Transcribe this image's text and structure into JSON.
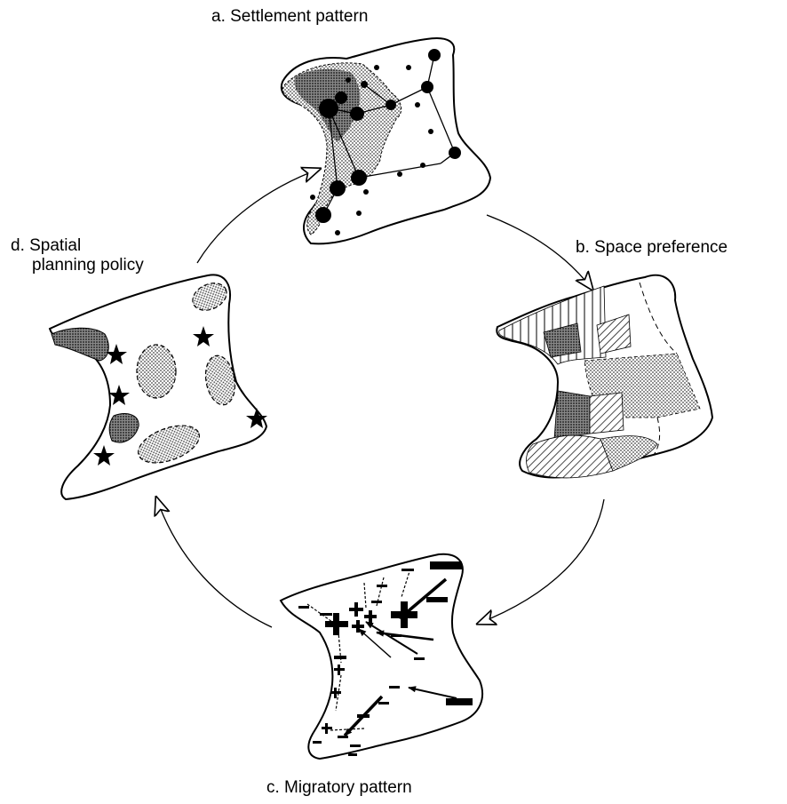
{
  "labels": {
    "a": "a. Settlement pattern",
    "b": "b. Space preference",
    "c": "c. Migratory pattern",
    "d_line1": "d. Spatial",
    "d_line2": "planning policy"
  },
  "colors": {
    "ink": "#000000",
    "paper": "#ffffff",
    "stipple": "#b9b9b9",
    "dark_stipple": "#6a6a6a"
  },
  "icons": [
    "arrow-cycle-icon",
    "star-icon",
    "plus-icon",
    "minus-icon",
    "settlement-dot-icon"
  ]
}
